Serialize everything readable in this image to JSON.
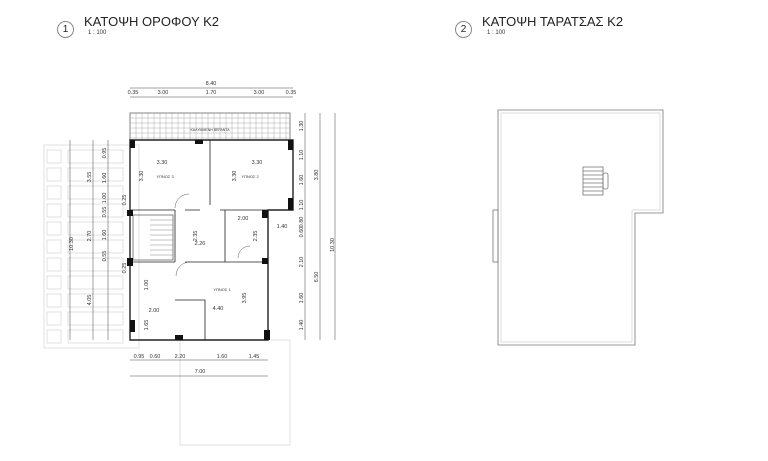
{
  "views": [
    {
      "number": "1",
      "title": "ΚΑΤΟΨΗ ΟΡΟΦΟΥ Κ2",
      "scale": "1 : 100"
    },
    {
      "number": "2",
      "title": "ΚΑΤΟΨΗ  ΤΑΡΑΤΣΑΣ Κ2",
      "scale": "1 : 100"
    }
  ],
  "rooms": {
    "veranda": "ΚΑΛΥΜΜΕΝΗ ΒΕΡΑΝΤΑ",
    "bed3": "ΥΠΝΟΣ 3",
    "bed2": "ΥΠΝΟΣ 2",
    "bed1": "ΥΠΝΟΣ 1"
  },
  "dims_top": [
    "8.40",
    "0.35",
    "3.00",
    "1.70",
    "3.00",
    "0.35"
  ],
  "dims_bottom": [
    "0.95",
    "0.60",
    "2.20",
    "1.60",
    "1.45",
    "7.00"
  ],
  "dims_right": [
    "1.30",
    "1.10",
    "1.60",
    "1.10",
    "0.80",
    "0.60",
    "2.10",
    "1.60",
    "1.40",
    "3.80",
    "6.50",
    "10.30"
  ],
  "dims_left": [
    "0.95",
    "1.60",
    "1.00",
    "0.55",
    "1.60",
    "0.55",
    "3.55",
    "2.70",
    "10.30",
    "4.05",
    "0.25",
    "0.25",
    "1.00",
    "1.65"
  ],
  "dims_inner": [
    "3.30",
    "3.30",
    "3.30",
    "3.30",
    "2.00",
    "1.40",
    "2.35",
    "2.26",
    "2.35",
    "3.95",
    "4.40",
    "2.00"
  ]
}
